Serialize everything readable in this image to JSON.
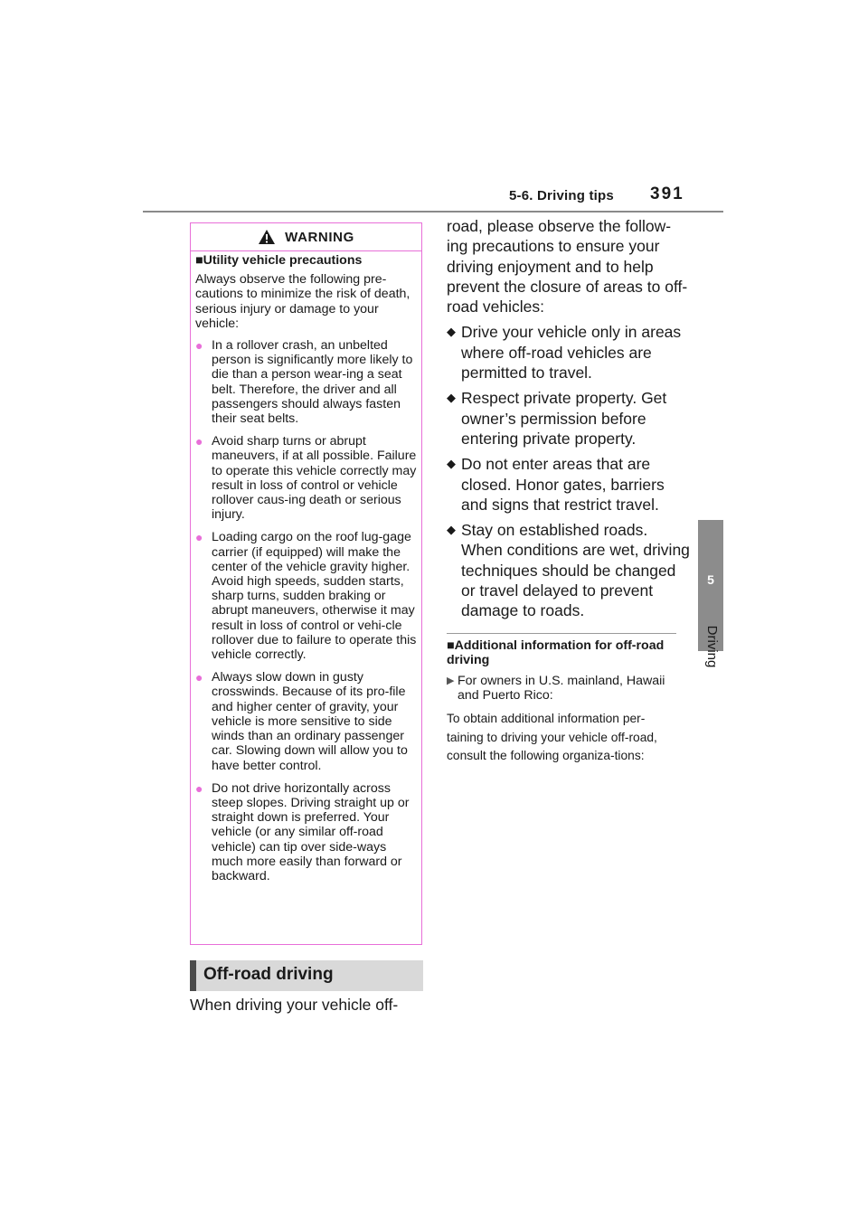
{
  "header": {
    "section": "5-6. Driving tips",
    "page_number": "391"
  },
  "side_tab": {
    "number": "5",
    "label": "Driving"
  },
  "warning": {
    "title": "WARNING",
    "icon": "warning-triangle-icon",
    "subheading_marker": "■",
    "subheading": "Utility vehicle precautions",
    "intro": "Always observe the following pre-cautions to minimize the risk of death, serious injury or damage to your vehicle:",
    "bullet_marker": "●",
    "items": [
      "In a rollover crash, an unbelted person is significantly more likely to die than a person wear-ing a seat belt. Therefore, the driver and all passengers should always fasten their seat belts.",
      "Avoid sharp turns or abrupt maneuvers, if at all possible. Failure to operate this vehicle correctly may result in loss of control or vehicle rollover caus-ing death or serious injury.",
      "Loading cargo on the roof lug-gage carrier (if equipped) will make the center of the vehicle gravity higher. Avoid high speeds, sudden starts, sharp turns, sudden braking or abrupt maneuvers, otherwise it may result in loss of control or vehi-cle rollover due to failure to operate this vehicle correctly.",
      "Always slow down in gusty crosswinds. Because of its pro-file and higher center of gravity, your vehicle is more sensitive to side winds than an ordinary passenger car. Slowing down will allow you to have better control.",
      "Do not drive horizontally across steep slopes. Driving straight up or straight down is preferred. Your vehicle (or any similar off-road vehicle) can tip over side-ways much more easily than forward or backward."
    ],
    "border_color": "#e86fd8"
  },
  "offroad": {
    "heading": "Off-road driving",
    "intro_left": "When driving your vehicle off-",
    "intro_right": "road, please observe the follow-ing precautions to ensure your driving enjoyment and to help prevent the closure of areas to off-road vehicles:",
    "bullet_marker": "◆",
    "bullets": [
      "Drive your vehicle only in areas where off-road vehicles are permitted to travel.",
      "Respect private property. Get owner’s permission before entering private property.",
      "Do not enter areas that are closed. Honor gates, barriers and signs that restrict travel.",
      "Stay on established roads. When conditions are wet, driving techniques should be changed or travel delayed to prevent damage to roads."
    ]
  },
  "additional": {
    "subheading_marker": "■",
    "subheading": "Additional information for off-road driving",
    "owner_marker": "▶",
    "owner_note": "For owners in U.S. mainland, Hawaii and Puerto Rico:",
    "info": "To obtain additional information per-taining to driving your vehicle off-road, consult the following organiza-tions:"
  }
}
